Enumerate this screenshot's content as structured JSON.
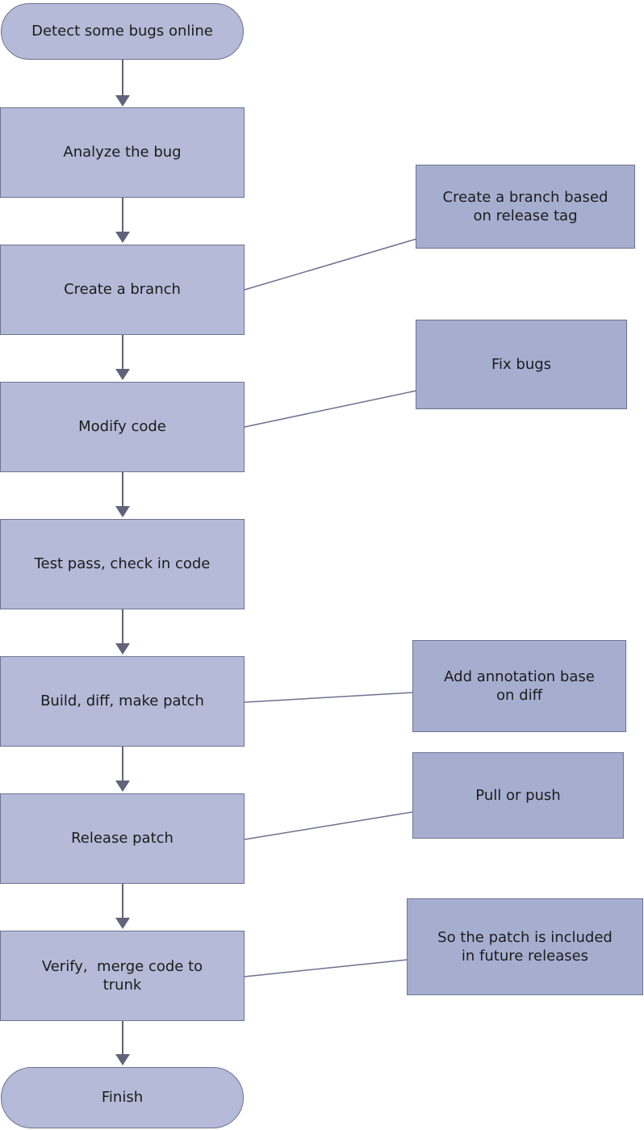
{
  "flowchart": {
    "colors": {
      "background": "#ffffff",
      "node_fill": "#b4bad7",
      "annotation_fill": "#a6aed0",
      "node_border": "#6e7390",
      "connector": "#6e7090",
      "arrow": "#62627b",
      "text": "#1c1c1c"
    },
    "nodes": {
      "start": {
        "label": "Detect some bugs online",
        "shape": "stadium"
      },
      "analyze": {
        "label": "Analyze the bug",
        "shape": "process"
      },
      "create_branch": {
        "label": "Create a branch",
        "shape": "process"
      },
      "modify_code": {
        "label": "Modify code",
        "shape": "process"
      },
      "test_pass": {
        "label": "Test pass, check in code",
        "shape": "process"
      },
      "build_diff": {
        "label": "Build, diff, make patch",
        "shape": "process"
      },
      "release_patch": {
        "label": "Release patch",
        "shape": "process"
      },
      "verify_merge": {
        "label": "Verify,  merge code to trunk",
        "shape": "process"
      },
      "finish": {
        "label": "Finish",
        "shape": "stadium"
      }
    },
    "annotations": {
      "branch_note": {
        "label": "Create a branch based on release tag",
        "attached_to": "create_branch"
      },
      "fix_bugs": {
        "label": "Fix bugs",
        "attached_to": "modify_code"
      },
      "add_annotation": {
        "label": "Add annotation base on diff",
        "attached_to": "build_diff"
      },
      "pull_push": {
        "label": "Pull or push",
        "attached_to": "release_patch"
      },
      "future_release": {
        "label": "So the patch is included in future releases",
        "attached_to": "verify_merge"
      }
    }
  }
}
